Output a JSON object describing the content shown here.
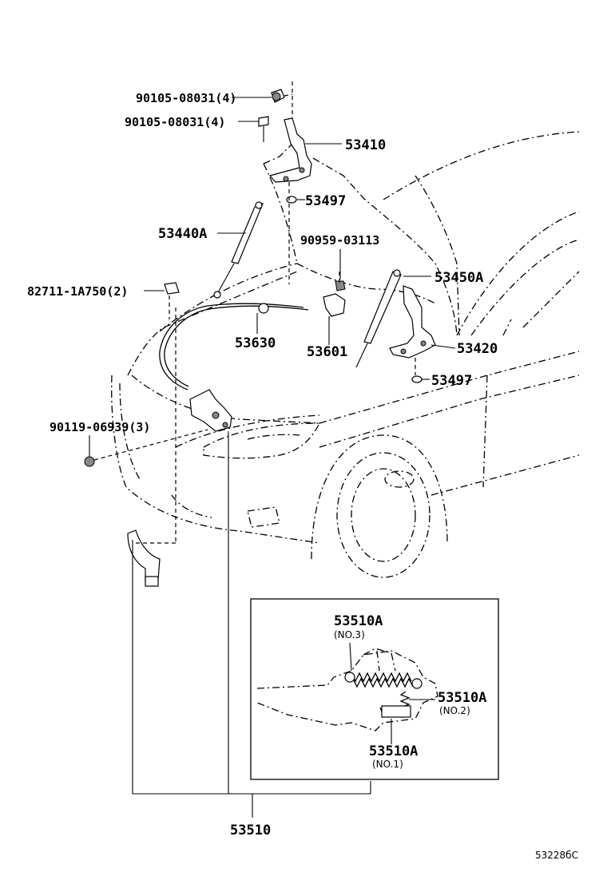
{
  "diagram_ref": "53228бC",
  "labels": {
    "bolt_a": "90105-08031(4)",
    "bolt_b": "90105-08031(4)",
    "hinge_lh": "53410",
    "cushion_lh": "53497",
    "support_lh": "53440A",
    "clip_stay": "90959-03113",
    "support_rh": "53450A",
    "clip_lower": "82711-1A750(2)",
    "cable": "53630",
    "lever": "53601",
    "hinge_rh": "53420",
    "cushion_rh": "53497",
    "screw": "90119-06939(3)",
    "spring_no3": "53510A",
    "spring_no3_sub": "(NO.3)",
    "spring_no2": "53510A",
    "spring_no2_sub": "(NO.2)",
    "spring_no1": "53510A",
    "spring_no1_sub": "(NO.1)",
    "lock_assy": "53510"
  }
}
